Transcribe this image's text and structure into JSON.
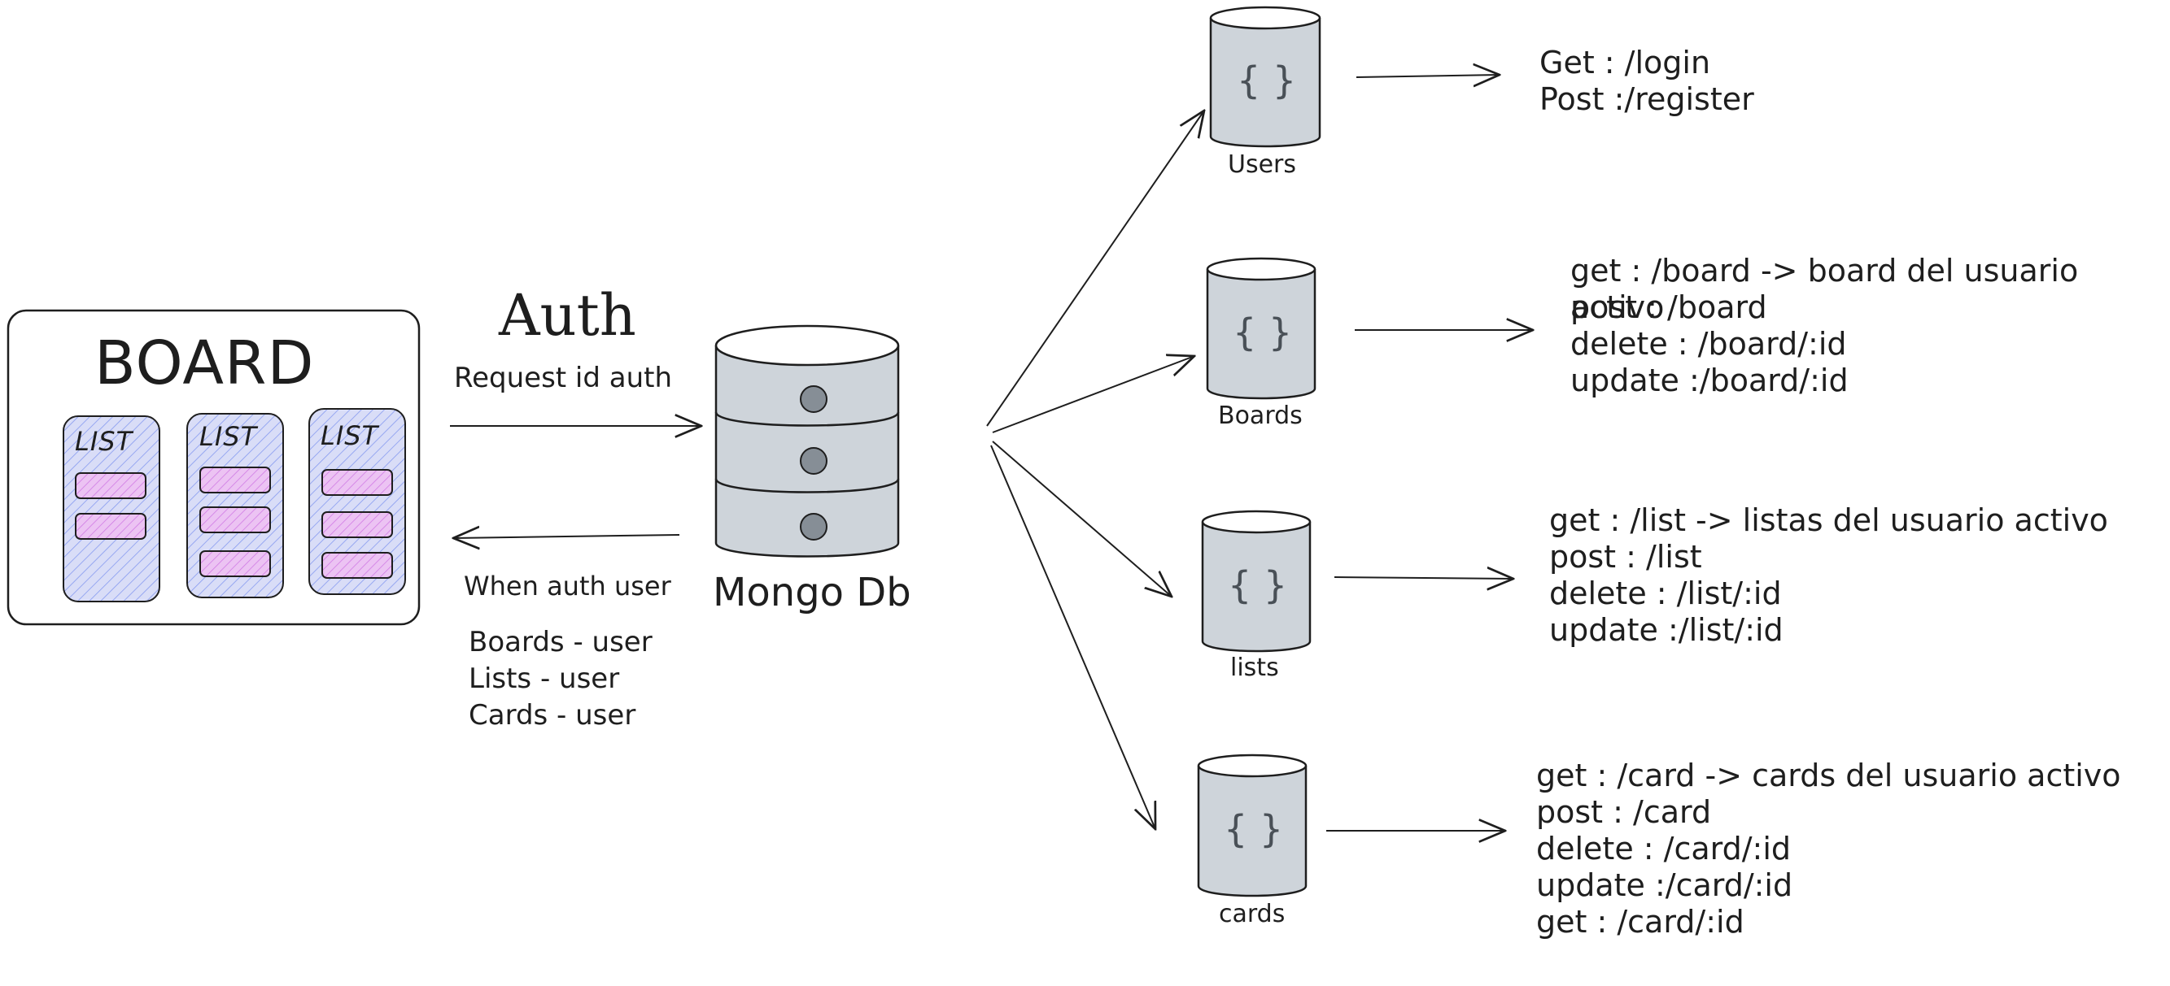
{
  "board": {
    "title": "BOARD",
    "lists": [
      {
        "label": "LIST",
        "cards": 2
      },
      {
        "label": "LIST",
        "cards": 3
      },
      {
        "label": "LIST",
        "cards": 3
      }
    ]
  },
  "auth": {
    "title": "Auth",
    "request_label": "Request id auth",
    "response_label": "When auth user",
    "returns": [
      "Boards - user",
      "Lists - user",
      "Cards - user"
    ]
  },
  "database": {
    "label": "Mongo Db"
  },
  "collections": [
    {
      "name": "Users",
      "icon": "{ }",
      "endpoints": [
        "Get : /login",
        "Post :/register"
      ]
    },
    {
      "name": "Boards",
      "icon": "{ }",
      "endpoints": [
        "get : /board -> board del usuario activo",
        "post : /board",
        "delete : /board/:id",
        "update :/board/:id"
      ]
    },
    {
      "name": "lists",
      "icon": "{ }",
      "endpoints": [
        "get : /list -> listas del usuario activo",
        "post : /list",
        "delete : /list/:id",
        "update :/list/:id"
      ]
    },
    {
      "name": "cards",
      "icon": "{ }",
      "endpoints": [
        "get : /card -> cards del usuario activo",
        "post : /card",
        "delete : /card/:id",
        "update :/card/:id",
        "get : /card/:id"
      ]
    }
  ],
  "colors": {
    "stroke": "#1e1e1e",
    "db_fill": "#ced4da",
    "db_dot": "#868e96",
    "list_fill": "#d0d4f4",
    "list_hatch": "#4263eb",
    "card_fill": "#e8b4f0",
    "card_hatch": "#be4bdb"
  }
}
